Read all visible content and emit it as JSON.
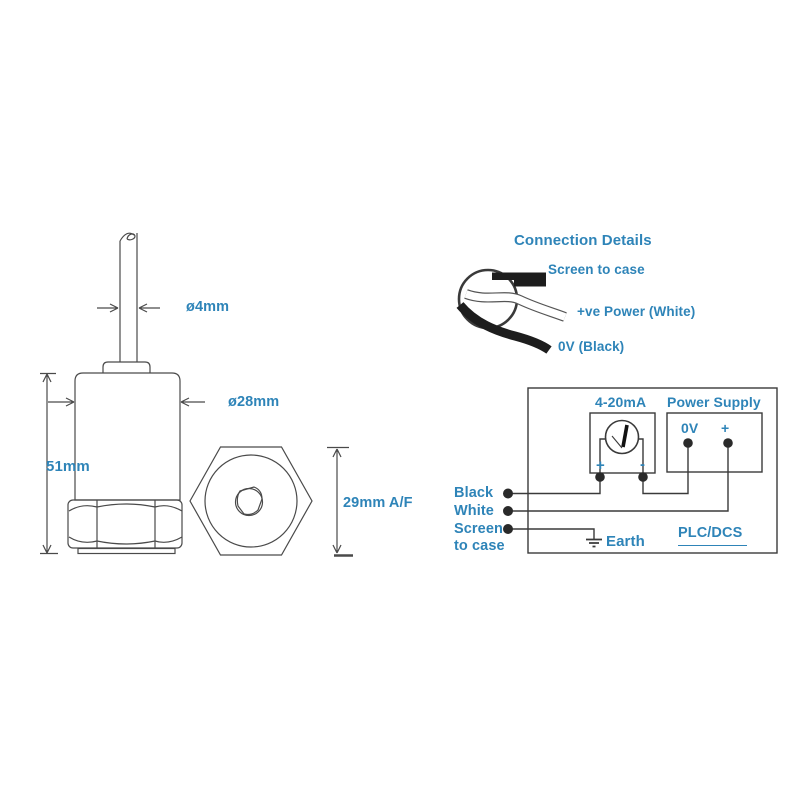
{
  "colors": {
    "accent_blue": "#2e84b8",
    "line_gray": "#4a4a4a",
    "wire_black": "#1d1d1d"
  },
  "side_view": {
    "cable_diameter": "ø4mm",
    "body_diameter": "ø28mm",
    "body_height": "51mm"
  },
  "front_view": {
    "hex_across_flats": "29mm A/F"
  },
  "connection_details": {
    "title": "Connection Details",
    "screen": "Screen to case",
    "positive": "+ve Power (White)",
    "negative": "0V (Black)"
  },
  "wiring": {
    "current_loop": {
      "label": "4-20mA",
      "plus": "+",
      "minus": "-"
    },
    "power_supply": {
      "label": "Power Supply",
      "zero_volt": "0V",
      "plus": "+"
    },
    "wires": {
      "black": "Black",
      "white": "White",
      "screen": "Screen to case"
    },
    "earth": "Earth",
    "system": "PLC/DCS"
  },
  "icons": {
    "earth_ground": "ground-symbol",
    "ammeter": "meter-circle-with-needle",
    "cable_cross_section": "cable-end-with-three-conductors"
  }
}
